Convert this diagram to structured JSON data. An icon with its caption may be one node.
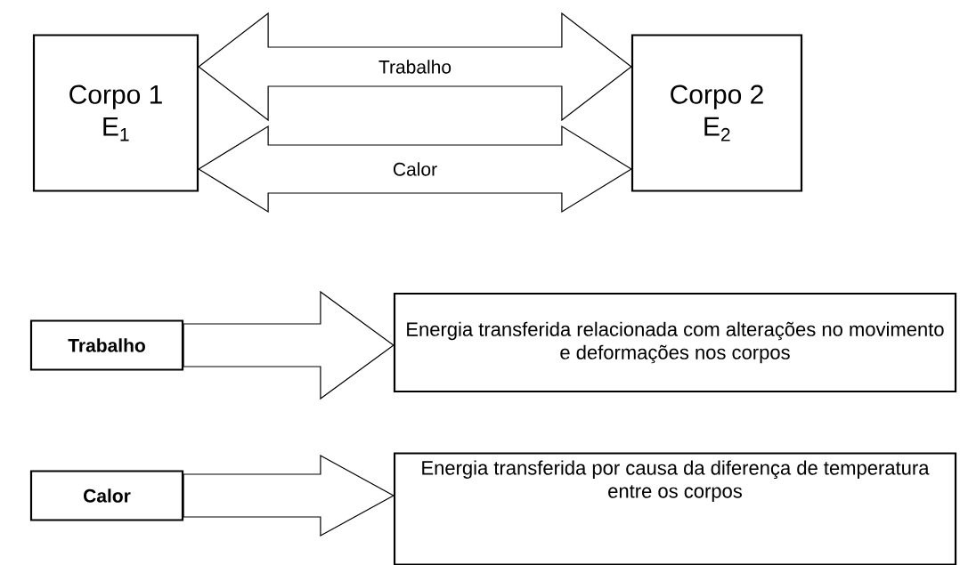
{
  "diagram": {
    "nodes": [
      {
        "text": [
          "Corpo 1",
          "E$_{1}$"
        ]
      },
      {
        "text": [
          "Corpo 2",
          "E$_{2}$"
        ]
      },
      {
        "text": [
          "Trabalho"
        ]
      },
      {
        "text": [
          "Energia transferida relacionada com alterações no movimento e deformações nos corpos"
        ]
      },
      {
        "text": [
          "Calor"
        ]
      },
      {
        "text": [
          "Energia transferida por causa da diferença de temperatura entre os corpos"
        ]
      }
    ],
    "edges": [
      {
        "from": 0,
        "to": 1,
        "arrow": "both",
        "label": "Trabalho"
      },
      {
        "from": 0,
        "to": 1,
        "arrow": "both",
        "label": "Calor"
      },
      {
        "from": 2,
        "to": 3,
        "arrow": "to"
      },
      {
        "from": 4,
        "to": 5,
        "arrow": "to"
      }
    ]
  }
}
